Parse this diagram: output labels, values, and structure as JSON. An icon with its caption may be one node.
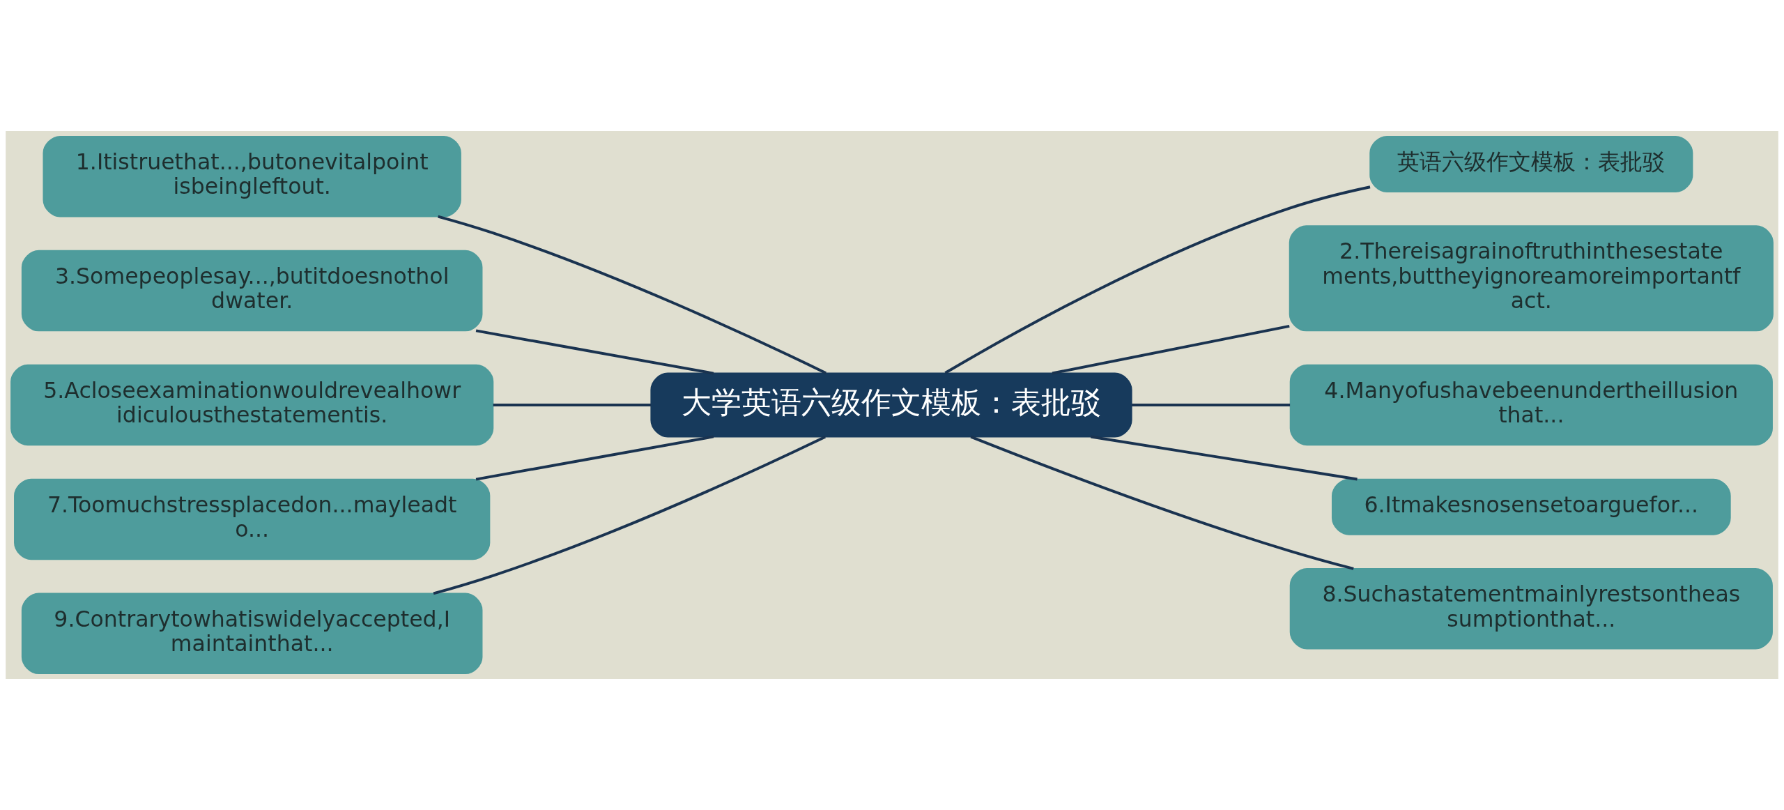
{
  "diagram": {
    "nodes": [
      {
        "text": [
          "大学英语六级作文模板：表批驳"
        ]
      },
      {
        "text": [
          "1.Itistruethat...,butonevitalpointisbeingleftout."
        ]
      },
      {
        "text": [
          "3.Somepeoplesay...,butitdoesnotholdwater."
        ]
      },
      {
        "text": [
          "5.Acloseexaminationwouldrevealhowridiculousthestatementis."
        ]
      },
      {
        "text": [
          "7.Toomuchstressplacedon...mayleadto..."
        ]
      },
      {
        "text": [
          "9.Contrarytowhatiswidelyaccepted,Imaintainthat..."
        ]
      },
      {
        "text": [
          "英语六级作文模板：表批驳"
        ]
      },
      {
        "text": [
          "2.Thereisagrainoftruthinthesestatements,buttheyignoreamoreimportantfact."
        ]
      },
      {
        "text": [
          "4.Manyofushavebeenundertheillusionthat..."
        ]
      },
      {
        "text": [
          "6.Itmakesnosensetoarguefor..."
        ]
      },
      {
        "text": [
          "8.Suchastatementmainlyrestsontheassumptionthat..."
        ]
      }
    ],
    "edges": [
      {
        "from": 1,
        "to": 0,
        "arrow": "none"
      },
      {
        "from": 2,
        "to": 0,
        "arrow": "none"
      },
      {
        "from": 3,
        "to": 0,
        "arrow": "none"
      },
      {
        "from": 4,
        "to": 0,
        "arrow": "none"
      },
      {
        "from": 5,
        "to": 0,
        "arrow": "none"
      },
      {
        "from": 0,
        "to": 6,
        "arrow": "none"
      },
      {
        "from": 0,
        "to": 7,
        "arrow": "none"
      },
      {
        "from": 0,
        "to": 8,
        "arrow": "none"
      },
      {
        "from": 0,
        "to": 9,
        "arrow": "none"
      },
      {
        "from": 0,
        "to": 10,
        "arrow": "none"
      }
    ]
  }
}
